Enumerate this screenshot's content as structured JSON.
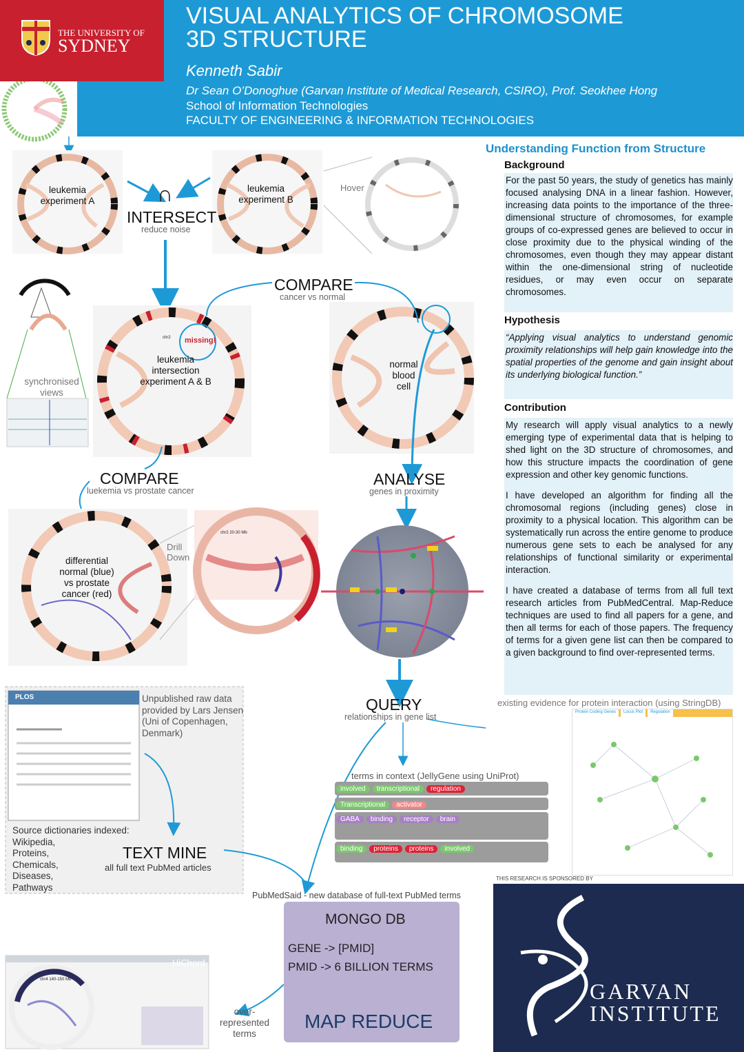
{
  "header": {
    "university": {
      "line1": "THE UNIVERSITY OF",
      "line2": "SYDNEY"
    },
    "title_line1": "VISUAL ANALYTICS OF CHROMOSOME",
    "title_line2": "3D STRUCTURE",
    "author": "Kenneth Sabir",
    "supervisors": "Dr Sean O’Donoghue (Garvan Institute of Medical Research, CSIRO), Prof. Seokhee Hong",
    "school": "School of Information Technologies",
    "faculty": "FACULTY OF ENGINEERING & INFORMATION TECHNOLOGIES"
  },
  "right_column": {
    "section_title": "Understanding Function from Structure",
    "background_heading": "Background",
    "background_text": "For the past 50 years, the study of genetics has mainly focused analysing DNA in a linear fashion. However, increasing data points to the importance of the three-dimensional structure of chromosomes, for example groups of co-expressed genes are believed to occur in close proximity due to the physical winding of the chromosomes, even though they may appear distant within the one-dimensional string of nucleotide residues, or may even occur on separate chromosomes.",
    "hypothesis_heading": "Hypothesis",
    "hypothesis_text": "“Applying visual analytics to understand genomic proximity relationships will help gain knowledge into the spatial properties of the genome and gain insight about its underlying biological function.”",
    "contribution_heading": "Contribution",
    "contribution_p1": "My research will apply visual analytics to a newly emerging type of experimental data that is helping to shed light on the 3D structure of chromosomes, and how this structure impacts the coordination of gene expression and other key genomic functions.",
    "contribution_p2": "I have developed an algorithm for finding all the chromosomal regions (including genes) close in proximity to a physical location. This algorithm can be systematically run across the entire genome to produce numerous gene sets to each be analysed for any relationships of functional similarity or experimental interaction.",
    "contribution_p3": "I have created a database of terms from all full text research articles from PubMedCentral. Map-Reduce techniques are used to find all papers for a gene, and then all terms for each of those papers. The frequency of terms for a given gene list can then be compared to a given background to find over-represented terms."
  },
  "diagram": {
    "circle_a": "leukemia experiment A",
    "circle_b": "leukemia experiment B",
    "intersect_symbol": "∩",
    "intersect": "INTERSECT",
    "intersect_sub": "reduce noise",
    "hover": "Hover",
    "compare1": "COMPARE",
    "compare1_sub": "cancer vs normal",
    "intersection_label": "leukemia intersection experiment A & B",
    "missing": "missing!",
    "normal_label": "normal blood cell",
    "synchronised": "synchronised views",
    "compare2": "COMPARE",
    "compare2_sub": "luekemia vs prostate cancer",
    "analyse": "ANALYSE",
    "analyse_sub": "genes in proximity",
    "differential": "differential normal (blue) vs prostate cancer (red)",
    "drill_down": "Drill Down",
    "chr_label": "chr2",
    "zoom_label": "chr2 20-30 Mb",
    "query": "QUERY",
    "query_sub": "relationships in gene list",
    "stringdb": "existing evidence for protein interaction (using StringDB)",
    "stringdb_tabs": [
      "Protein Coding Genes",
      "Locus Plot",
      "Regulation"
    ],
    "jellygene": "terms in context (JellyGene using UniProt)",
    "unpublished": "Unpublished raw data provided by Lars Jensen (Uni of Copenhagen, Denmark)",
    "plos": "PLOS",
    "dictionaries_title": "Source dictionaries indexed:",
    "dictionaries": [
      "Wikipedia,",
      "Proteins,",
      "Chemicals,",
      "Diseases,",
      "Pathways"
    ],
    "text_mine": "TEXT MINE",
    "text_mine_sub": "all full text PubMed articles",
    "pubmedsaid": "PubMedSaid - new database of full-text PubMed terms",
    "mongo": "MONGO DB",
    "gene_map": "GENE -> [PMID]",
    "pmid_map": "PMID -> 6 BILLION TERMS",
    "map_reduce": "MAP REDUCE",
    "over_represented": "over-represented terms",
    "hichord": "HiChord",
    "hichord_region": "chr4 140-150 Mb",
    "sponsor_note": "THIS RESEARCH IS SPONSORED BY",
    "garvan_line1": "GARVAN",
    "garvan_line2": "INSTITUTE"
  },
  "colors": {
    "blue": "#1d9ad6",
    "red": "#c8202f",
    "navy": "#1c2b4f",
    "lilac": "#b9b0d2"
  }
}
